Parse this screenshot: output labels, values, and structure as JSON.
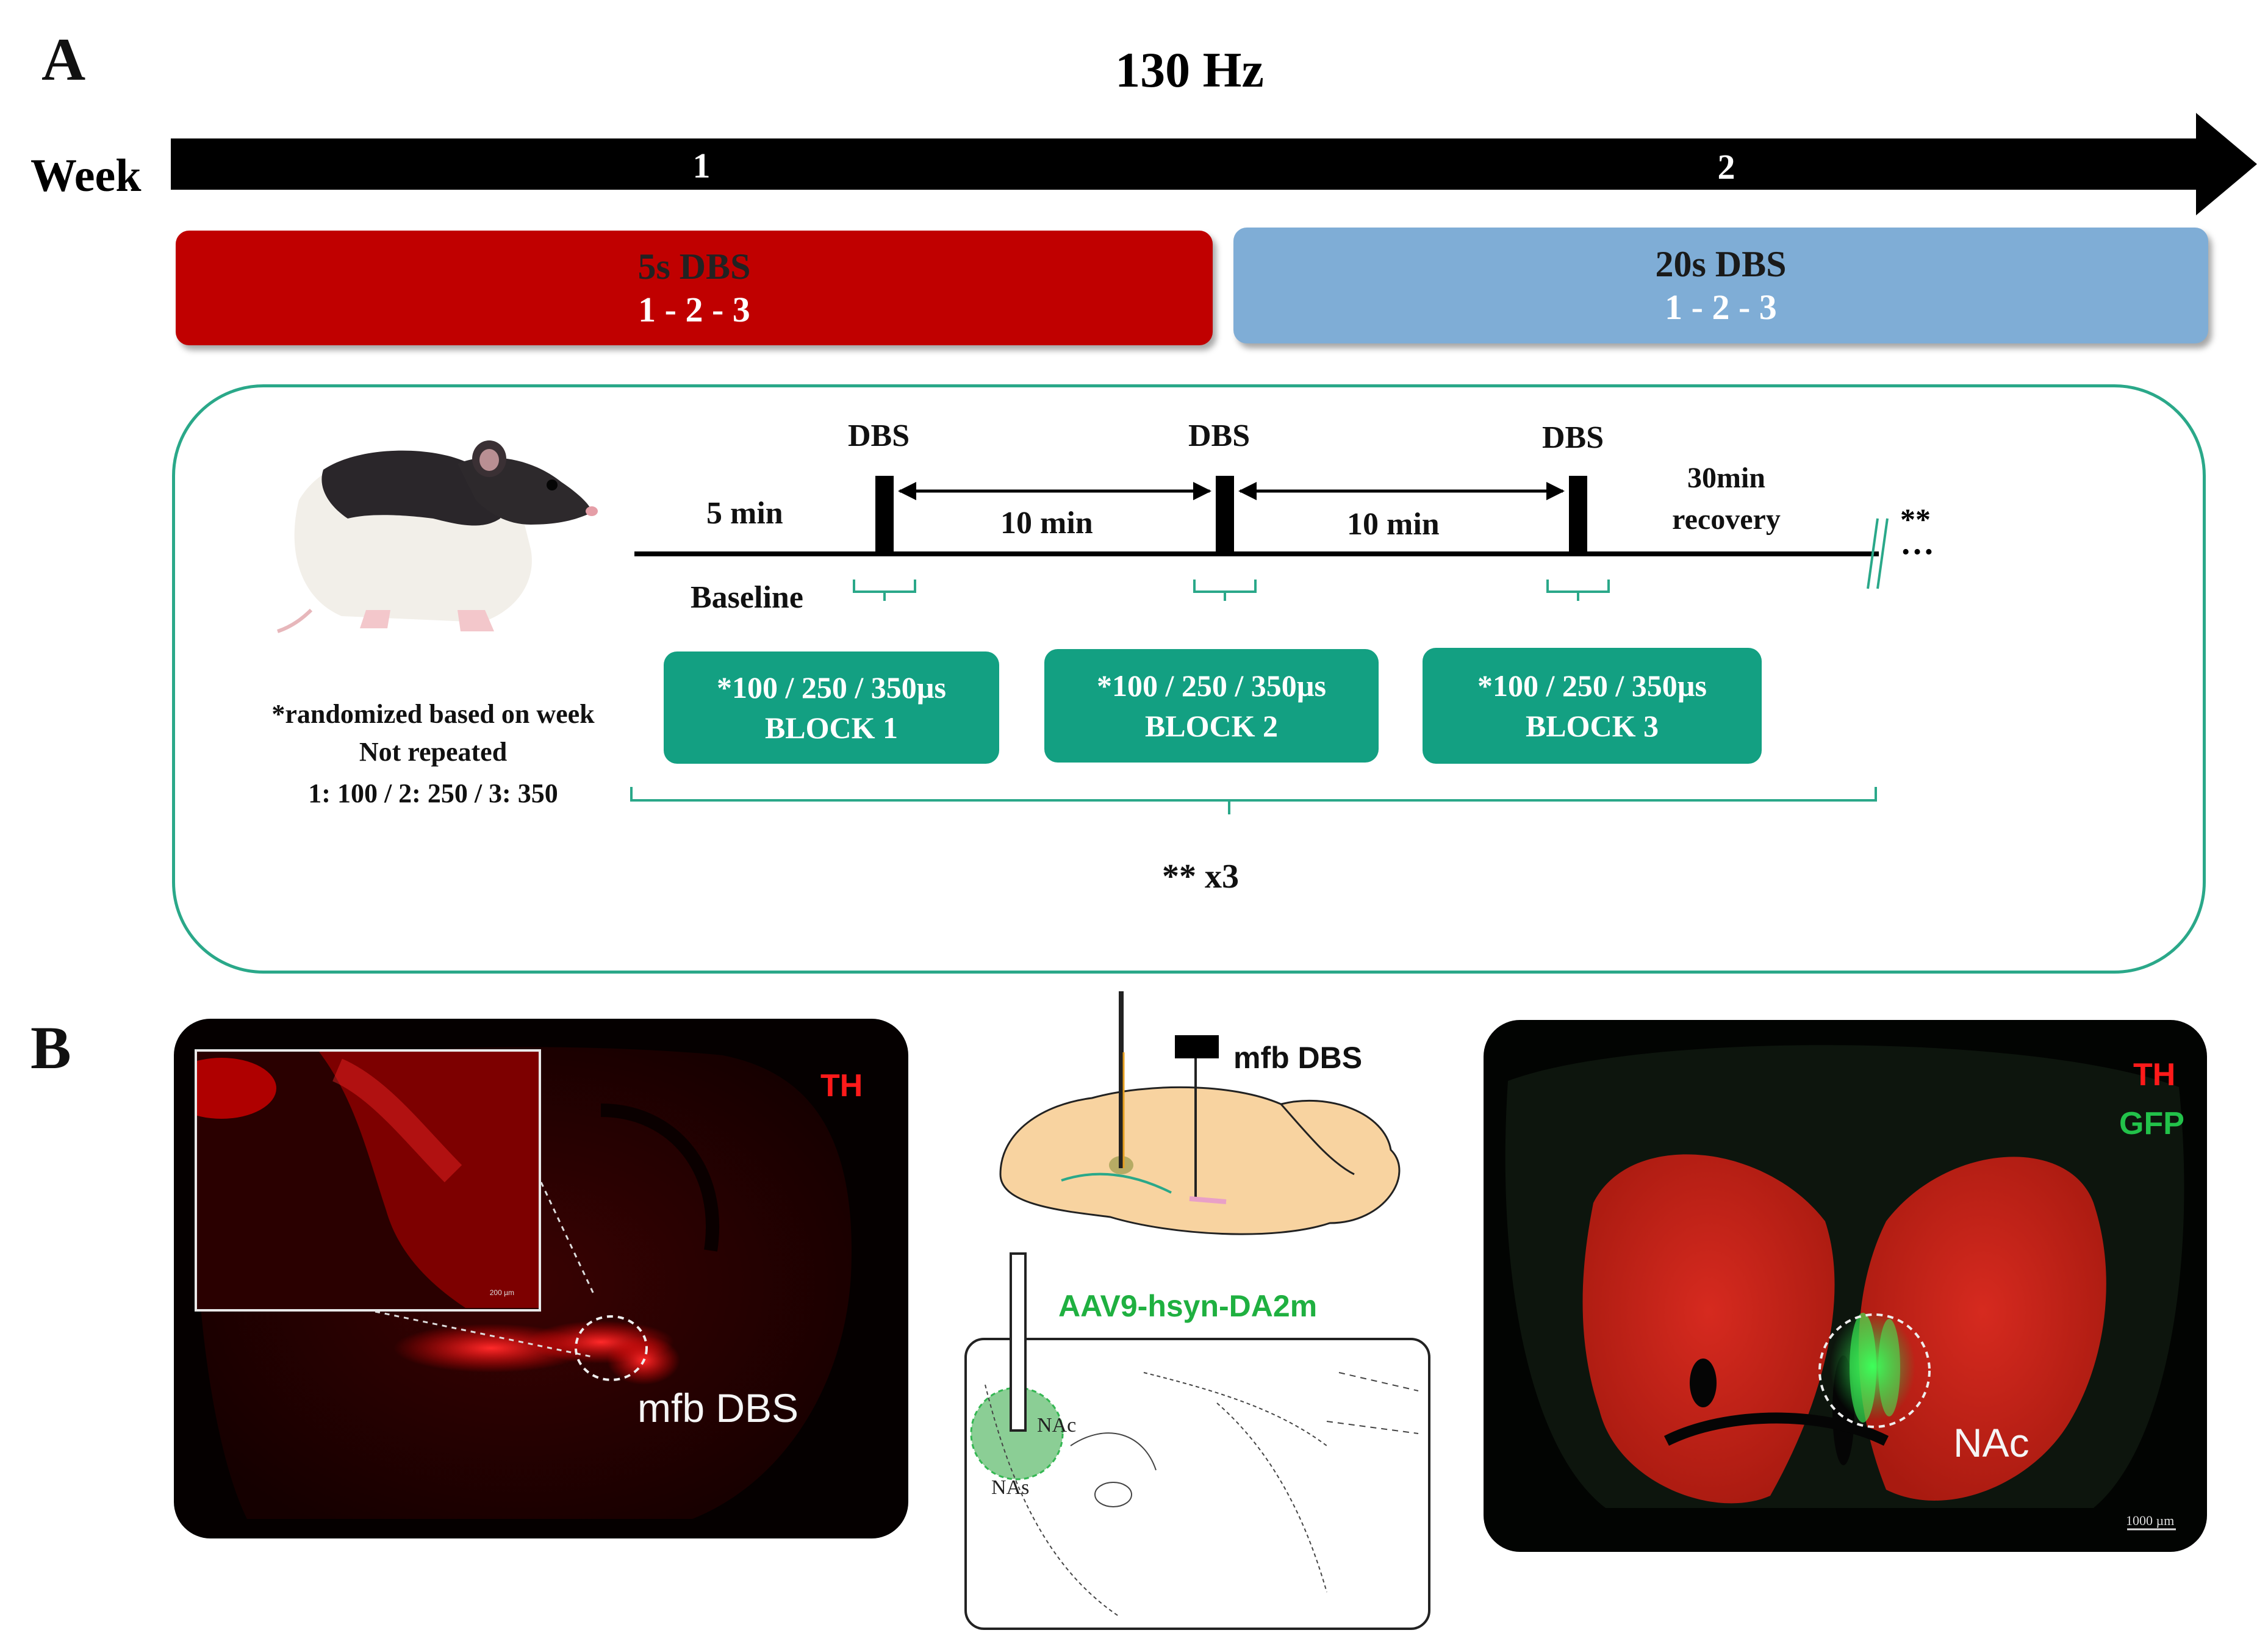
{
  "panel_a": {
    "label": "A",
    "title": "130 Hz",
    "week_label": "Week",
    "week_numbers": [
      "1",
      "2"
    ],
    "stages": [
      {
        "name": "5s DBS",
        "sequence": "1 - 2 - 3",
        "color": "#c00000"
      },
      {
        "name": "20s DBS",
        "sequence": "1 - 2 - 3",
        "color": "#7fadd6"
      }
    ],
    "protocol": {
      "dbs_labels": [
        "DBS",
        "DBS",
        "DBS"
      ],
      "baseline_duration": "5 min",
      "baseline_label": "Baseline",
      "intervals": [
        "10 min",
        "10 min"
      ],
      "recovery_line1": "30min",
      "recovery_line2": "recovery",
      "continue_mark": "**",
      "ellipsis": "…",
      "blocks": [
        {
          "pulse_widths": "*100  / 250 / 350µs",
          "name": "BLOCK 1"
        },
        {
          "pulse_widths": "*100  / 250 / 350µs",
          "name": "BLOCK 2"
        },
        {
          "pulse_widths": "*100  / 250 / 350µs",
          "name": "BLOCK 3"
        }
      ],
      "note_line1": "*randomized based on week",
      "note_line2": "Not repeated",
      "note_line3": "1: 100 / 2: 250 / 3: 350",
      "repeat_label": "** x3",
      "frame_color": "#2aa889",
      "block_color": "#13a082"
    }
  },
  "panel_b": {
    "label": "B",
    "left_image": {
      "stain": "TH",
      "target": "mfb DBS",
      "scale_bar": "200 µm"
    },
    "schematic": {
      "electrode_label": "mfb DBS",
      "virus": "AAV9-hsyn-DA2m",
      "region_core": "NAc",
      "region_shell": "NAs"
    },
    "right_image": {
      "stain_1": "TH",
      "stain_2": "GFP",
      "target": "NAc",
      "scale_bar": "1000 µm"
    },
    "colors": {
      "th": "#ff1a1a",
      "gfp": "#22c24a",
      "virus": "#1fb040"
    }
  }
}
